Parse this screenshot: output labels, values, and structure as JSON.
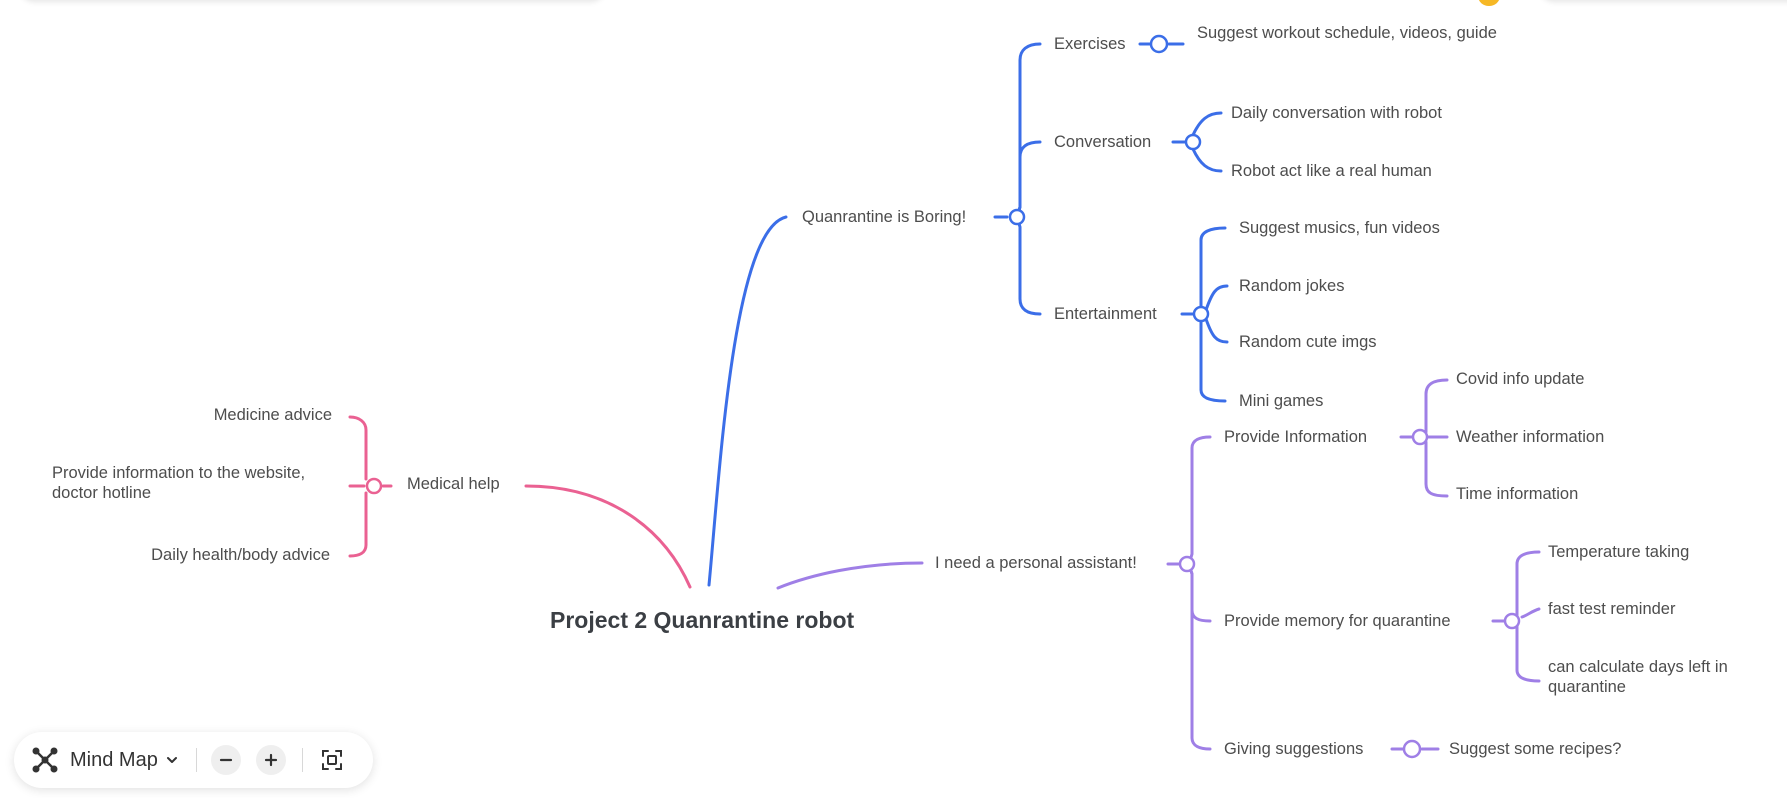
{
  "colors": {
    "blue": "#3b6ee8",
    "purple": "#9f7fe6",
    "pink": "#ea6192",
    "text": "#4d4d4d",
    "central": "#3b3f44"
  },
  "map": {
    "central": "Project 2 Quanrantine robot",
    "boring": {
      "label": "Quanrantine is Boring!",
      "exercises": "Exercises",
      "exercises_children": [
        "Suggest workout schedule, videos, guide"
      ],
      "conversation": "Conversation",
      "conversation_children": [
        "Daily conversation with robot",
        "Robot act like a real human"
      ],
      "entertainment": "Entertainment",
      "entertainment_children": [
        "Suggest musics, fun videos",
        "Random jokes",
        "Random cute imgs",
        "Mini games"
      ]
    },
    "assistant": {
      "label": "I need a personal assistant!",
      "info": "Provide Information",
      "info_children": [
        "Covid info update",
        "Weather information",
        "Time information"
      ],
      "memory": "Provide memory for quarantine",
      "memory_children": [
        "Temperature taking",
        "fast test reminder",
        "can calculate days left in quarantine"
      ],
      "suggestions": "Giving suggestions",
      "suggestions_children": [
        "Suggest some recipes?"
      ]
    },
    "medical": {
      "label": "Medical help",
      "children": [
        "Medicine advice",
        "Provide information to the website, doctor hotline",
        "Daily health/body advice"
      ]
    }
  },
  "toolbar": {
    "mode_icon": "mind-map-icon",
    "mode_label": "Mind Map",
    "dropdown_icon": "chevron-down-icon",
    "zoom_out_icon": "minus-icon",
    "zoom_in_icon": "plus-icon",
    "fit_icon": "fit-screen-icon"
  }
}
